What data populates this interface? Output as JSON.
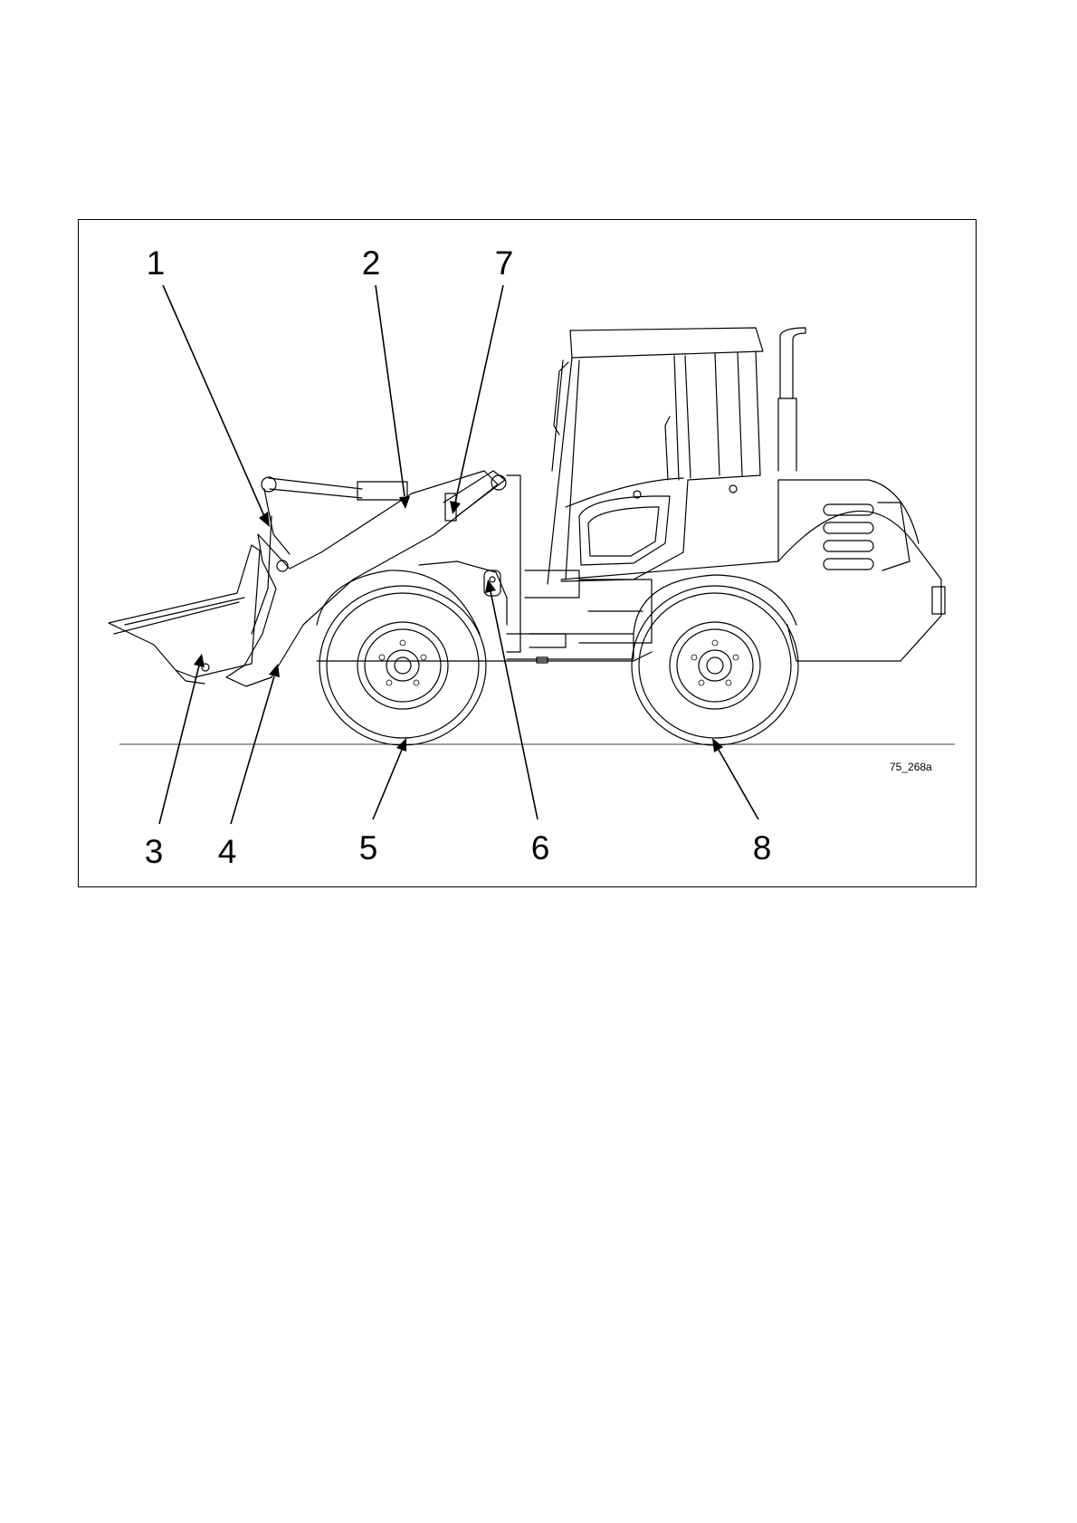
{
  "figure": {
    "code": "75_268a",
    "callouts": [
      {
        "num": "1"
      },
      {
        "num": "2"
      },
      {
        "num": "7"
      },
      {
        "num": "3"
      },
      {
        "num": "4"
      },
      {
        "num": "5"
      },
      {
        "num": "6"
      },
      {
        "num": "8"
      }
    ]
  }
}
